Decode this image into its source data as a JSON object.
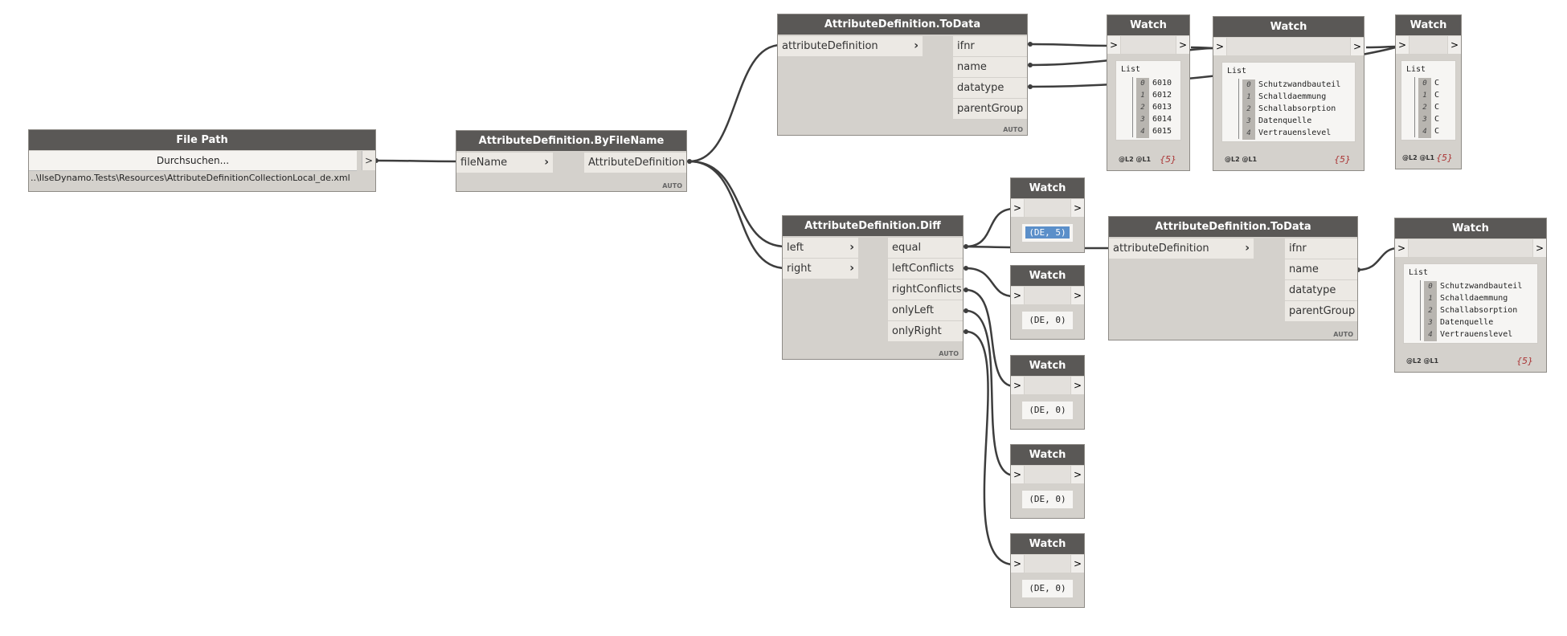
{
  "file_path": {
    "title": "File Path",
    "browse_label": "Durchsuchen...",
    "out_symbol": ">",
    "path": "..\\IlseDynamo.Tests\\Resources\\AttributeDefinitionCollectionLocal_de.xml"
  },
  "by_file_name": {
    "title": "AttributeDefinition.ByFileName",
    "input": "fileName",
    "output": "AttributeDefinition",
    "lacing": "AUTO"
  },
  "to_data_1": {
    "title": "AttributeDefinition.ToData",
    "input": "attributeDefinition",
    "outputs": [
      "ifnr",
      "name",
      "datatype",
      "parentGroup"
    ],
    "lacing": "AUTO"
  },
  "diff": {
    "title": "AttributeDefinition.Diff",
    "inputs": [
      "left",
      "right"
    ],
    "outputs": [
      "equal",
      "leftConflicts",
      "rightConflicts",
      "onlyLeft",
      "onlyRight"
    ],
    "lacing": "AUTO"
  },
  "to_data_2": {
    "title": "AttributeDefinition.ToData",
    "input": "attributeDefinition",
    "outputs": [
      "ifnr",
      "name",
      "datatype",
      "parentGroup"
    ],
    "lacing": "AUTO"
  },
  "watch_common": {
    "title": "Watch",
    "in_symbol": ">",
    "out_symbol": ">",
    "list_label": "List",
    "levels": "@L2 @L1"
  },
  "watch_ifnr": {
    "items": [
      "6010",
      "6012",
      "6013",
      "6014",
      "6015"
    ],
    "count": "{5}"
  },
  "watch_name": {
    "items": [
      "Schutzwandbauteil",
      "Schalldaemmung",
      "Schallabsorption",
      "Datenquelle",
      "Vertrauenslevel"
    ],
    "count": "{5}"
  },
  "watch_datatype": {
    "items": [
      "C",
      "C",
      "C",
      "C",
      "C"
    ],
    "count": "{5}"
  },
  "watch_name_2": {
    "items": [
      "Schutzwandbauteil",
      "Schalldaemmung",
      "Schallabsorption",
      "Datenquelle",
      "Vertrauenslevel"
    ],
    "count": "{5}"
  },
  "watch_equal": {
    "value": "(DE, 5)"
  },
  "watch_left_conflicts": {
    "value": "(DE, 0)"
  },
  "watch_right_conflicts": {
    "value": "(DE, 0)"
  },
  "watch_only_left": {
    "value": "(DE, 0)"
  },
  "watch_only_right": {
    "value": "(DE, 0)"
  },
  "colors": {
    "canvas": "#ffffff",
    "node_header": "#5a5856",
    "node_body": "#d4d1cc",
    "wire": "#3d3d3d",
    "selection": "#5b8fc9"
  }
}
